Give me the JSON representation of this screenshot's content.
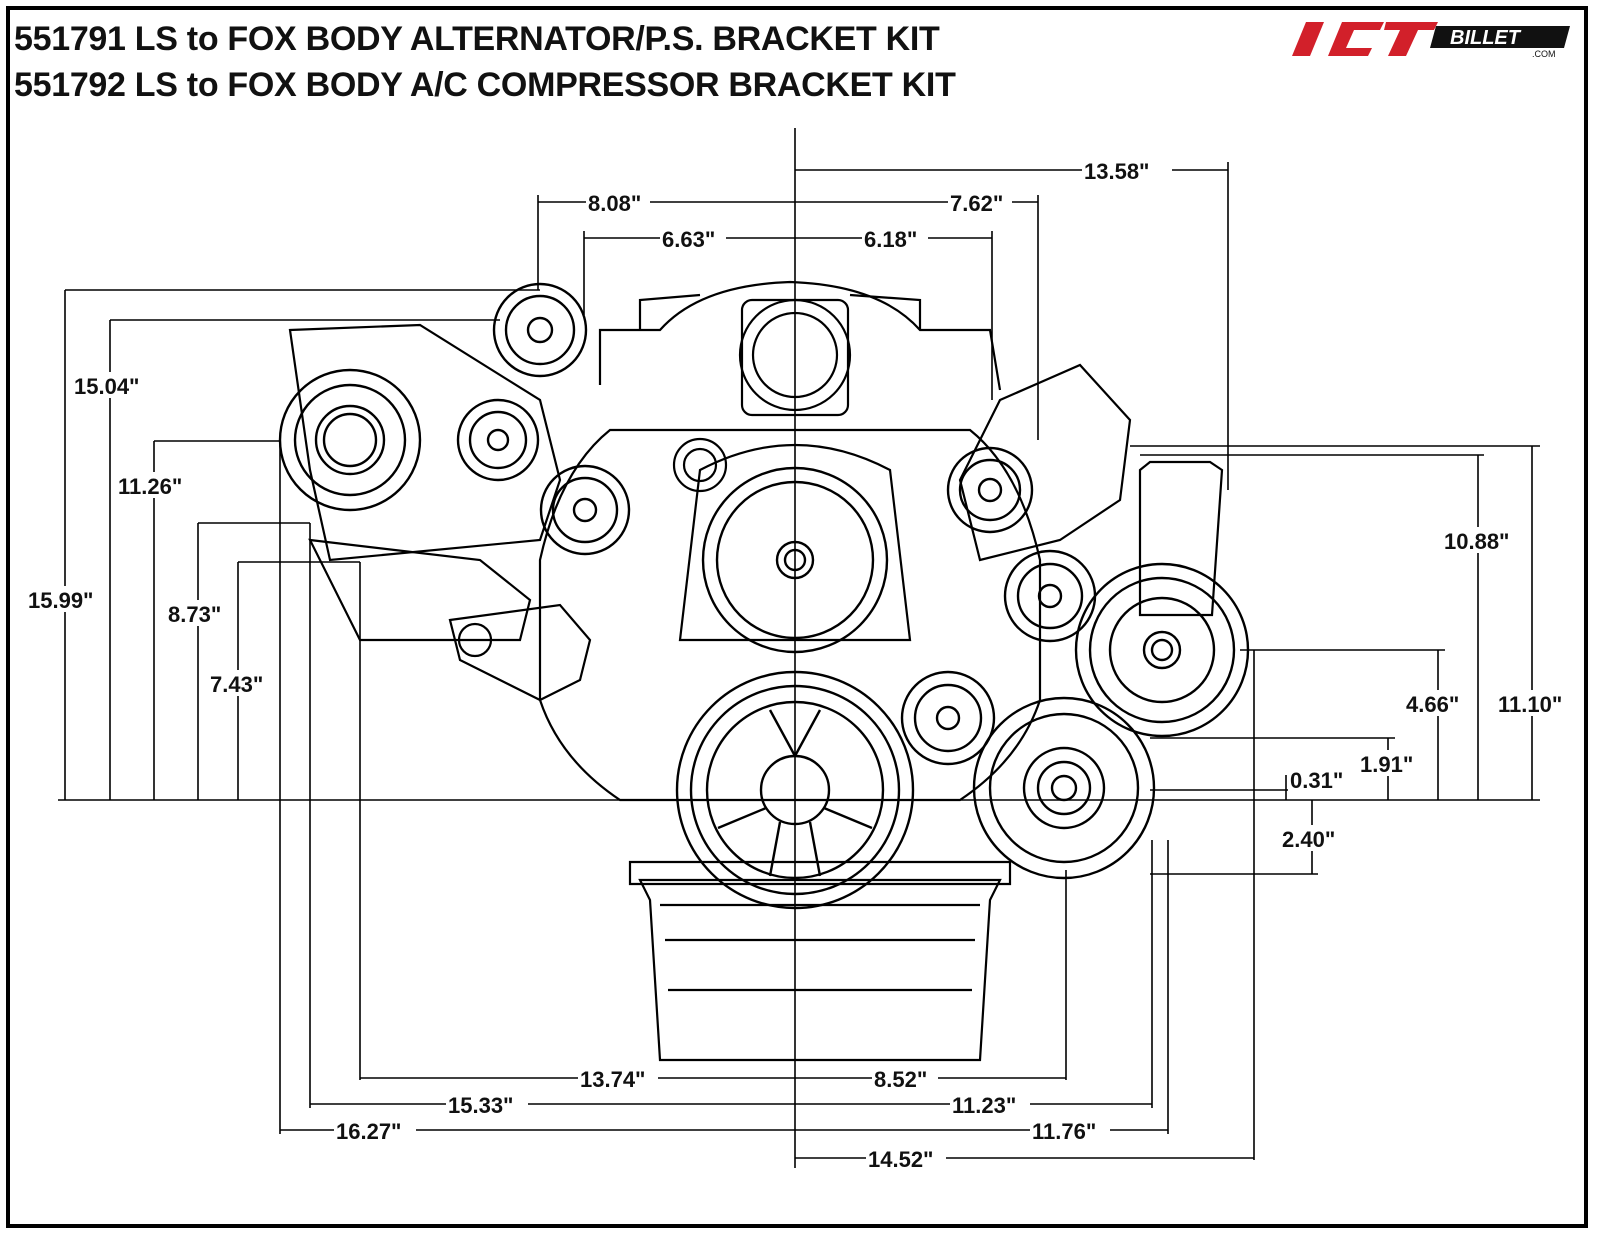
{
  "header": {
    "line1": "551791 LS to FOX BODY ALTERNATOR/P.S. BRACKET KIT",
    "line2": "551792 LS to FOX BODY A/C COMPRESSOR BRACKET KIT"
  },
  "logo": {
    "brand": "ICT",
    "sub": "BILLET",
    "suffix": ".COM",
    "accent": "#d2202a"
  },
  "dimensions": {
    "top_right_overall": "13.58\"",
    "top_left_outer": "8.08\"",
    "top_right_outer": "7.62\"",
    "top_left_inner": "6.63\"",
    "top_right_inner": "6.18\"",
    "left_h15_04": "15.04\"",
    "left_h11_26": "11.26\"",
    "left_h15_99": "15.99\"",
    "left_h8_73": "8.73\"",
    "left_h7_43": "7.43\"",
    "right_h10_88": "10.88\"",
    "right_h11_10": "11.10\"",
    "right_h4_66": "4.66\"",
    "right_h1_91": "1.91\"",
    "right_h0_31": "0.31\"",
    "right_h2_40": "2.40\"",
    "bottom_13_74": "13.74\"",
    "bottom_8_52": "8.52\"",
    "bottom_15_33": "15.33\"",
    "bottom_11_23": "11.23\"",
    "bottom_16_27": "16.27\"",
    "bottom_11_76": "11.76\"",
    "bottom_14_52": "14.52\""
  }
}
